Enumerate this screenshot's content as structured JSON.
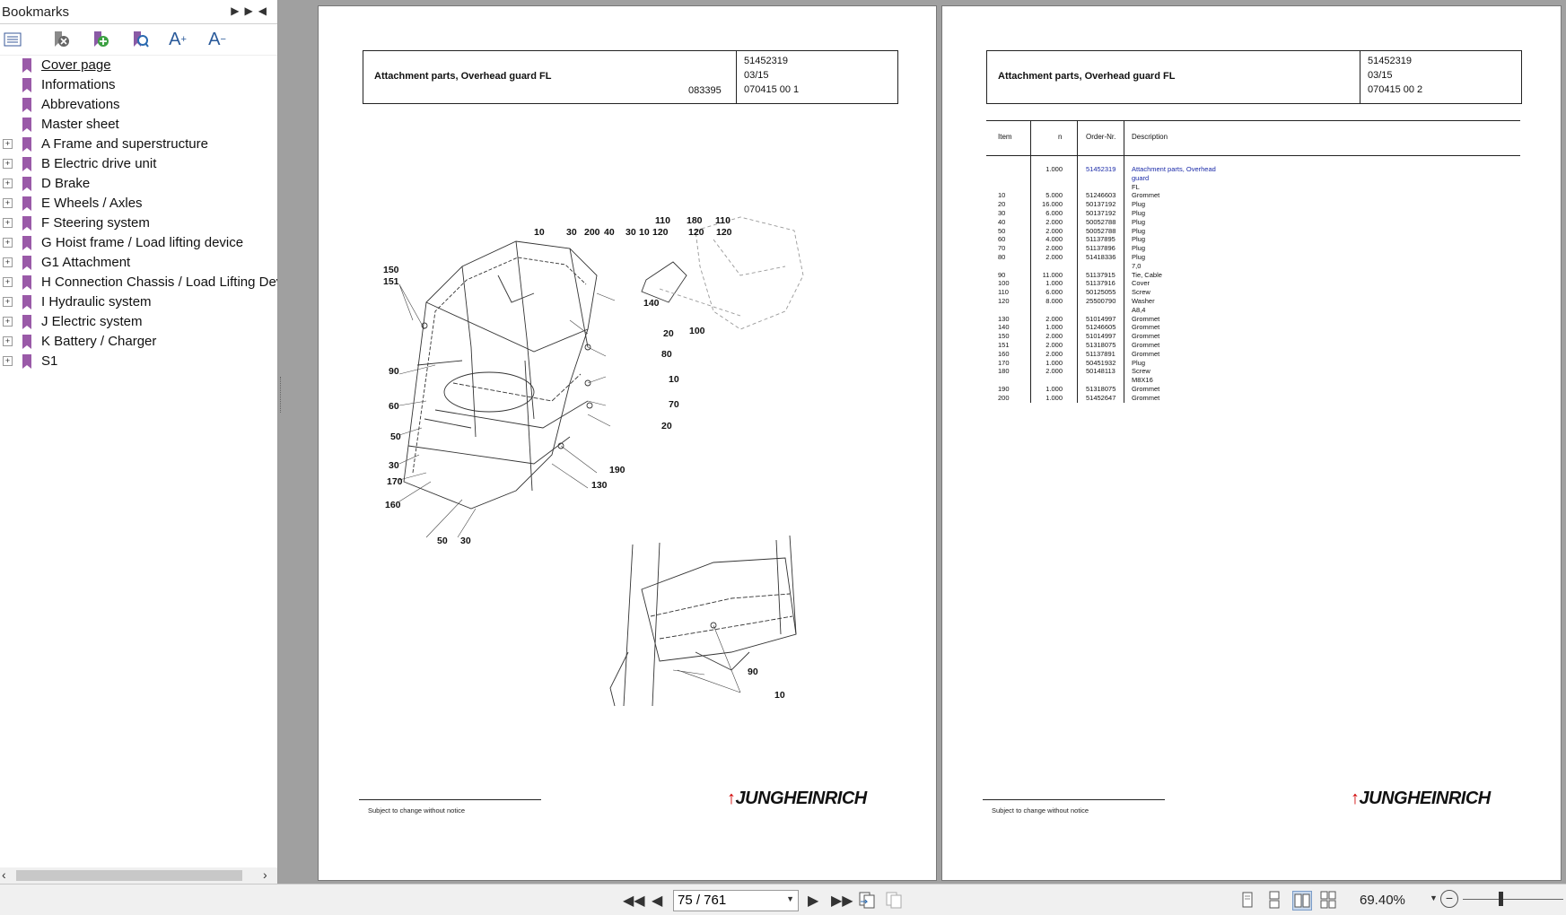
{
  "sidebar": {
    "title": "Bookmarks",
    "header_buttons": [
      "expand-panel",
      "collapse-panel"
    ],
    "toolbar_icons": [
      "bookmark-options-icon",
      "delete-bookmark-icon",
      "new-bookmark-icon",
      "find-bookmark-icon",
      "increase-text-size-icon",
      "decrease-text-size-icon"
    ],
    "items": [
      {
        "label": "Cover page",
        "expandable": false
      },
      {
        "label": "Informations",
        "expandable": false
      },
      {
        "label": "Abbrevations",
        "expandable": false
      },
      {
        "label": "Master sheet",
        "expandable": false
      },
      {
        "label": "A Frame and superstructure",
        "expandable": true
      },
      {
        "label": "B Electric drive unit",
        "expandable": true
      },
      {
        "label": "D Brake",
        "expandable": true
      },
      {
        "label": "E Wheels / Axles",
        "expandable": true
      },
      {
        "label": "F Steering system",
        "expandable": true
      },
      {
        "label": "G Hoist frame / Load lifting device",
        "expandable": true
      },
      {
        "label": "G1 Attachment",
        "expandable": true
      },
      {
        "label": "H Connection Chassis / Load Lifting Devi",
        "expandable": true
      },
      {
        "label": "I Hydraulic system",
        "expandable": true
      },
      {
        "label": "J Electric system",
        "expandable": true
      },
      {
        "label": "K Battery / Charger",
        "expandable": true
      },
      {
        "label": "S1",
        "expandable": true
      }
    ]
  },
  "left_page": {
    "title": "Attachment parts, Overhead guard FL",
    "drawing_no": "083395",
    "part_no": "51452319",
    "date": "03/15",
    "sheet": "070415 00 1",
    "footer_note": "Subject to change without notice",
    "brand": "JUNGHEINRICH",
    "callouts": [
      "10",
      "30",
      "200",
      "40",
      "30",
      "10",
      "120",
      "110",
      "180",
      "120",
      "110",
      "120",
      "150",
      "151",
      "140",
      "20",
      "100",
      "80",
      "90",
      "10",
      "60",
      "70",
      "50",
      "20",
      "30",
      "170",
      "190",
      "130",
      "160",
      "50",
      "30",
      "90",
      "10"
    ]
  },
  "right_page": {
    "title": "Attachment parts, Overhead guard FL",
    "part_no": "51452319",
    "date": "03/15",
    "sheet": "070415 00 2",
    "footer_note": "Subject to change without notice",
    "brand": "JUNGHEINRICH",
    "table": {
      "headers": {
        "item": "Item",
        "n": "n",
        "order": "Order-Nr.",
        "desc": "Description"
      },
      "rows": [
        {
          "item": "",
          "n": "1.000",
          "order": "51452319",
          "desc": "Attachment parts, Overhead",
          "highlight": true
        },
        {
          "item": "",
          "n": "",
          "order": "",
          "desc": "guard",
          "highlight": true
        },
        {
          "item": "",
          "n": "",
          "order": "",
          "desc": "FL"
        },
        {
          "item": "10",
          "n": "5.000",
          "order": "51246603",
          "desc": "Grommet"
        },
        {
          "item": "20",
          "n": "16.000",
          "order": "50137192",
          "desc": "Plug"
        },
        {
          "item": "30",
          "n": "6.000",
          "order": "50137192",
          "desc": "Plug"
        },
        {
          "item": "40",
          "n": "2.000",
          "order": "50052788",
          "desc": "Plug"
        },
        {
          "item": "50",
          "n": "2.000",
          "order": "50052788",
          "desc": "Plug"
        },
        {
          "item": "60",
          "n": "4.000",
          "order": "51137895",
          "desc": "Plug"
        },
        {
          "item": "70",
          "n": "2.000",
          "order": "51137896",
          "desc": "Plug"
        },
        {
          "item": "80",
          "n": "2.000",
          "order": "51418336",
          "desc": "Plug"
        },
        {
          "item": "",
          "n": "",
          "order": "",
          "desc": "7,0"
        },
        {
          "item": "90",
          "n": "11.000",
          "order": "51137915",
          "desc": "Tie, Cable"
        },
        {
          "item": "100",
          "n": "1.000",
          "order": "51137916",
          "desc": "Cover"
        },
        {
          "item": "110",
          "n": "6.000",
          "order": "50125055",
          "desc": "Screw"
        },
        {
          "item": "120",
          "n": "8.000",
          "order": "25500790",
          "desc": "Washer"
        },
        {
          "item": "",
          "n": "",
          "order": "",
          "desc": "A8,4"
        },
        {
          "item": "130",
          "n": "2.000",
          "order": "51014997",
          "desc": "Grommet"
        },
        {
          "item": "140",
          "n": "1.000",
          "order": "51246605",
          "desc": "Grommet"
        },
        {
          "item": "150",
          "n": "2.000",
          "order": "51014997",
          "desc": "Grommet"
        },
        {
          "item": "151",
          "n": "2.000",
          "order": "51318075",
          "desc": "Grommet"
        },
        {
          "item": "160",
          "n": "2.000",
          "order": "51137891",
          "desc": "Grommet"
        },
        {
          "item": "170",
          "n": "1.000",
          "order": "50451932",
          "desc": "Plug"
        },
        {
          "item": "180",
          "n": "2.000",
          "order": "50148113",
          "desc": "Screw"
        },
        {
          "item": "",
          "n": "",
          "order": "",
          "desc": "M8X16"
        },
        {
          "item": "190",
          "n": "1.000",
          "order": "51318075",
          "desc": "Grommet"
        },
        {
          "item": "200",
          "n": "1.000",
          "order": "51452647",
          "desc": "Grommet"
        }
      ]
    }
  },
  "bottombar": {
    "page_value": "75 / 761",
    "zoom": "69.40%",
    "zoom_level_fraction": 0.36
  }
}
